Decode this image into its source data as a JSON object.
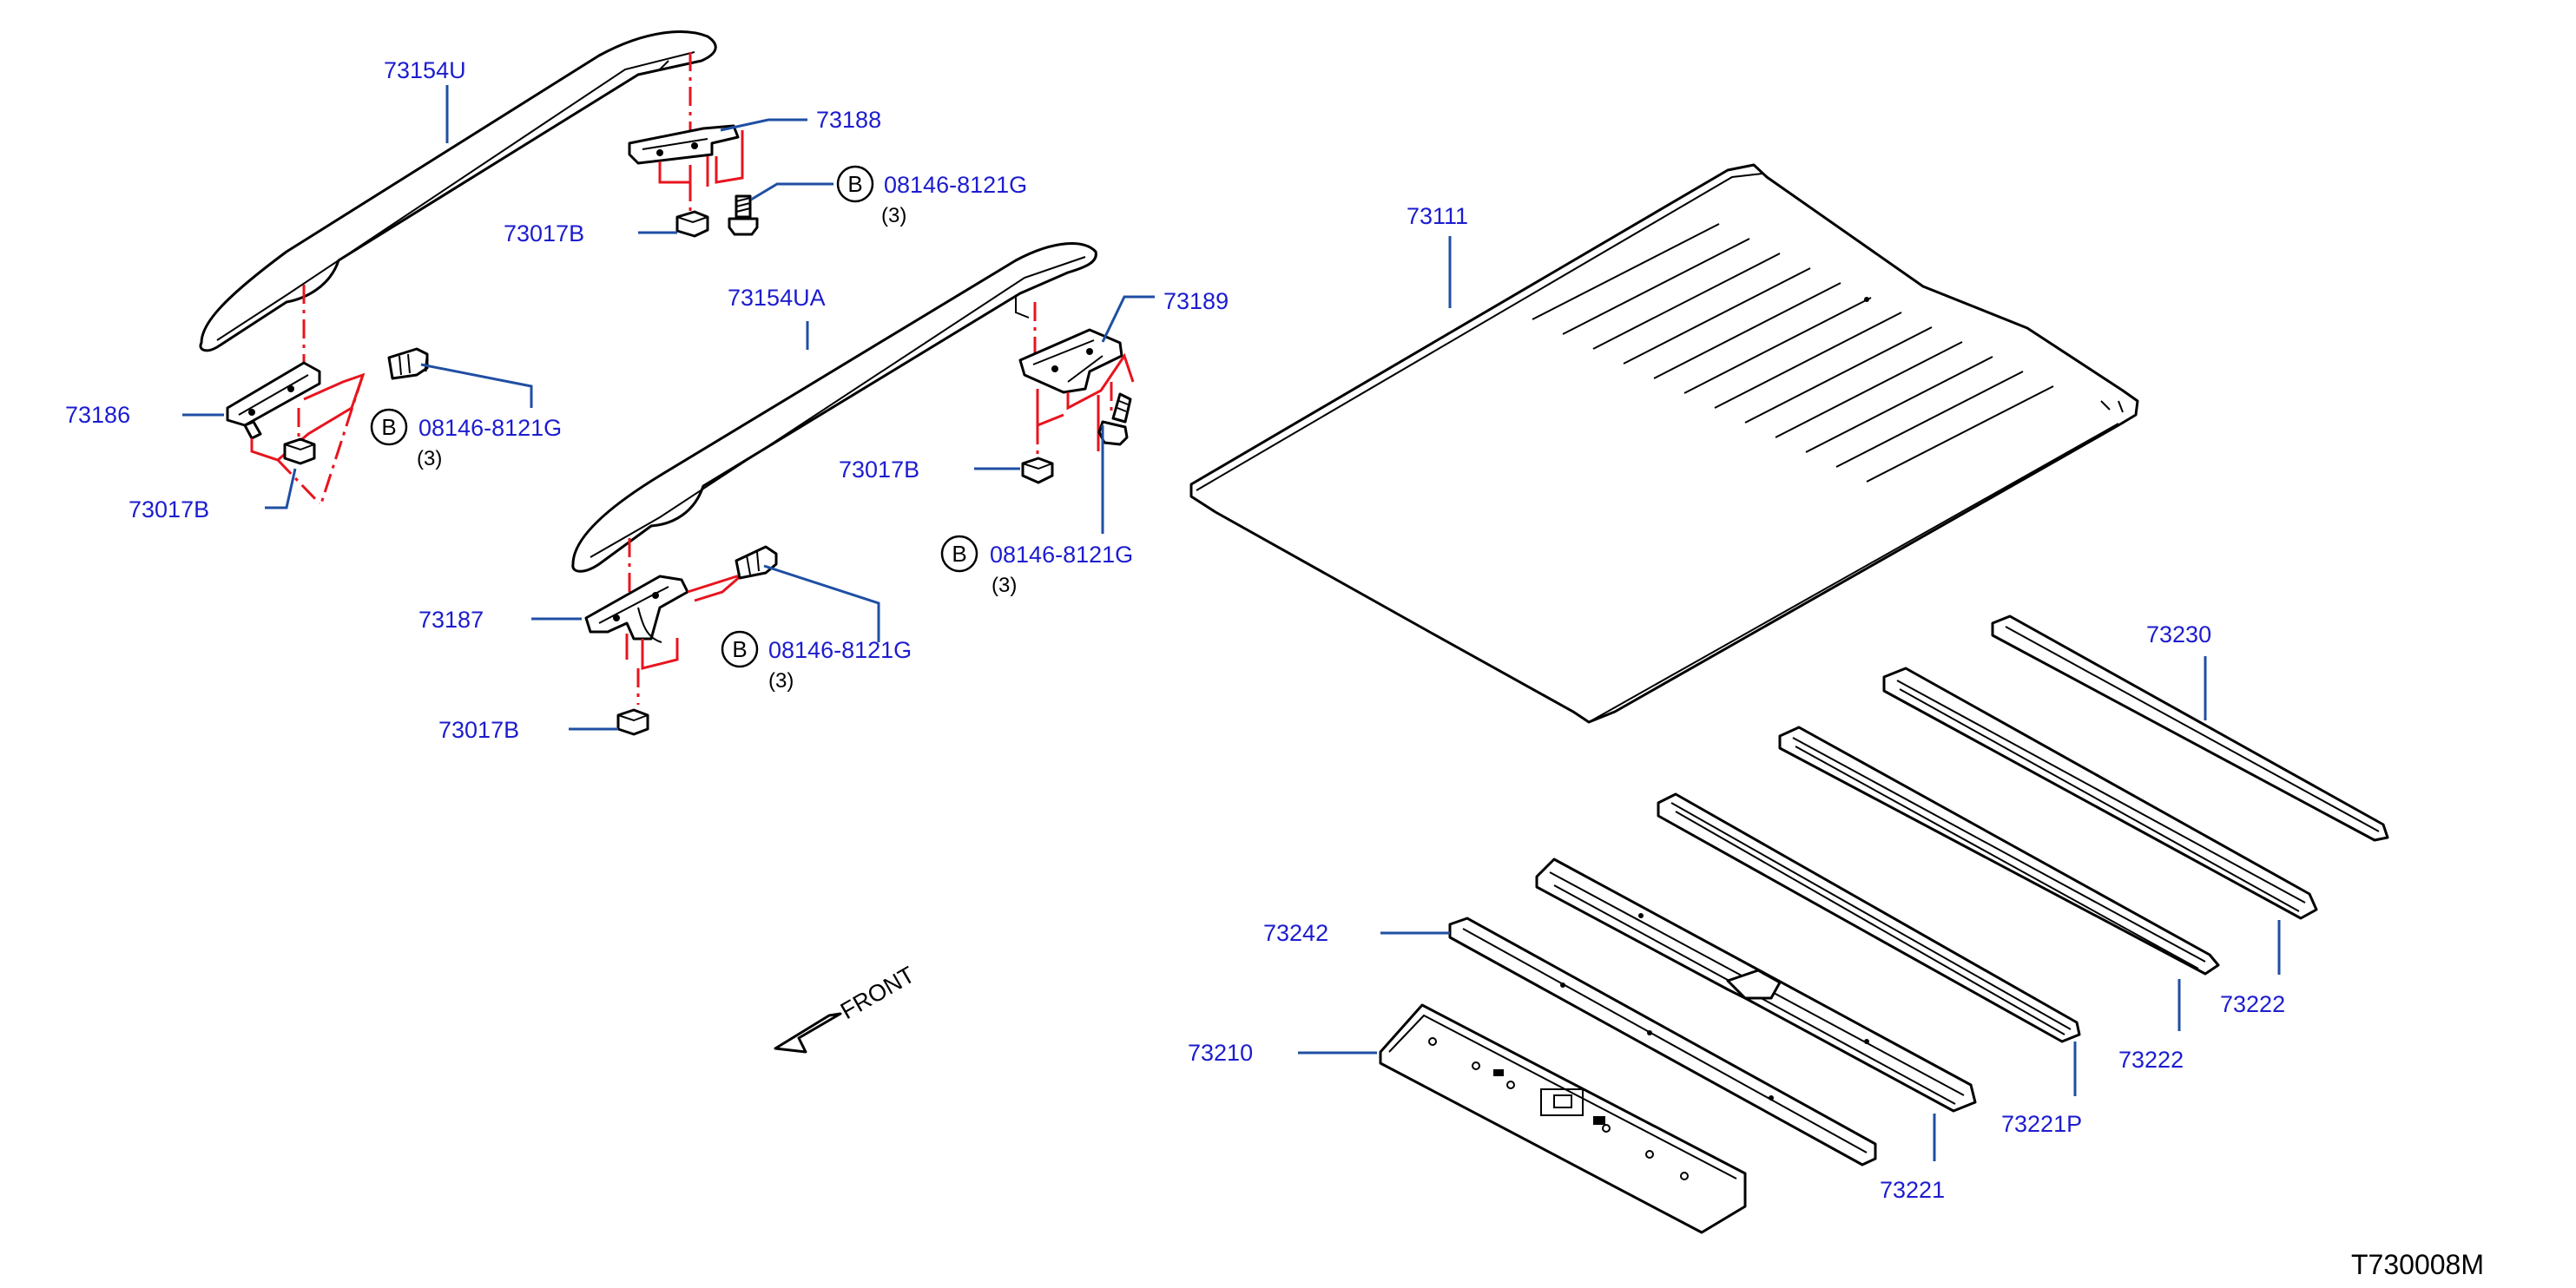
{
  "colors": {
    "label": "#1c1ccf",
    "leader": "#1f4fa3",
    "phantom": "#e8141e",
    "line": "#000000"
  },
  "labels": {
    "p73154U": "73154U",
    "p73188": "73188",
    "bolt_a": "08146-8121G",
    "bolt_a_qty": "(3)",
    "n73017B_a": "73017B",
    "p73154UA": "73154UA",
    "p73189": "73189",
    "p73111": "73111",
    "p73186": "73186",
    "bolt_b": "08146-8121G",
    "bolt_b_qty": "(3)",
    "n73017B_b": "73017B",
    "n73017B_c": "73017B",
    "bolt_c": "08146-8121G",
    "bolt_c_qty": "(3)",
    "p73187": "73187",
    "bolt_d": "08146-8121G",
    "bolt_d_qty": "(3)",
    "n73017B_d": "73017B",
    "p73242": "73242",
    "p73210": "73210",
    "p73221": "73221",
    "p73221P": "73221P",
    "p73222_a": "73222",
    "p73222_b": "73222",
    "p73230": "73230",
    "front": "FRONT",
    "circle_letter": "B",
    "ref_code": "T730008M"
  }
}
